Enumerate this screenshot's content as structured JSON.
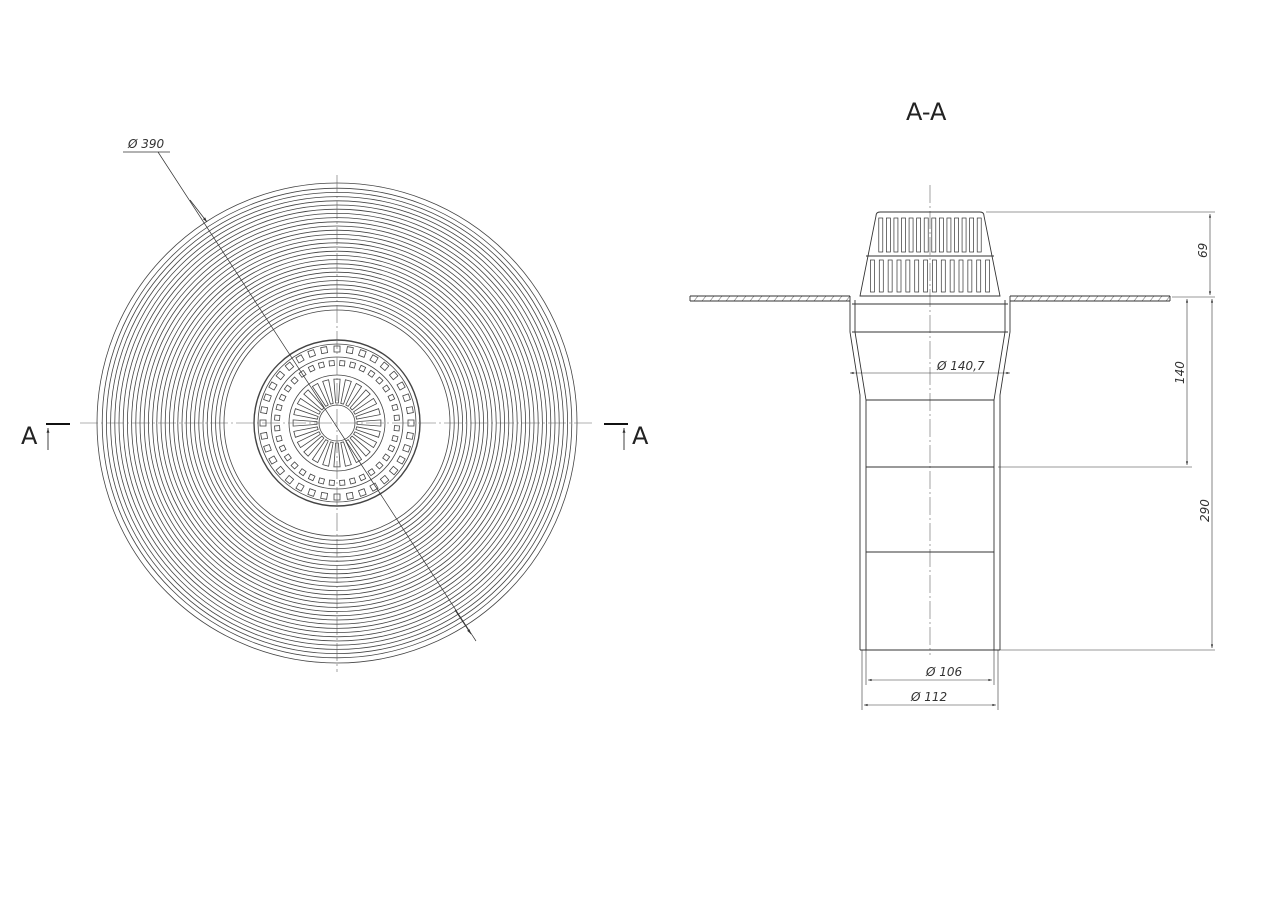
{
  "plan_view": {
    "diameter_label": "Ø 390",
    "section_mark_left": "A",
    "section_mark_right": "A"
  },
  "section_view": {
    "title": "A-A",
    "dim_cap_height": "69",
    "dim_socket_depth": "140",
    "dim_total_height": "290",
    "dim_body_diameter": "Ø 140,7",
    "dim_inner_diameter": "Ø 106",
    "dim_outer_diameter": "Ø 112"
  },
  "colors": {
    "line": "#333333",
    "background": "#ffffff"
  }
}
